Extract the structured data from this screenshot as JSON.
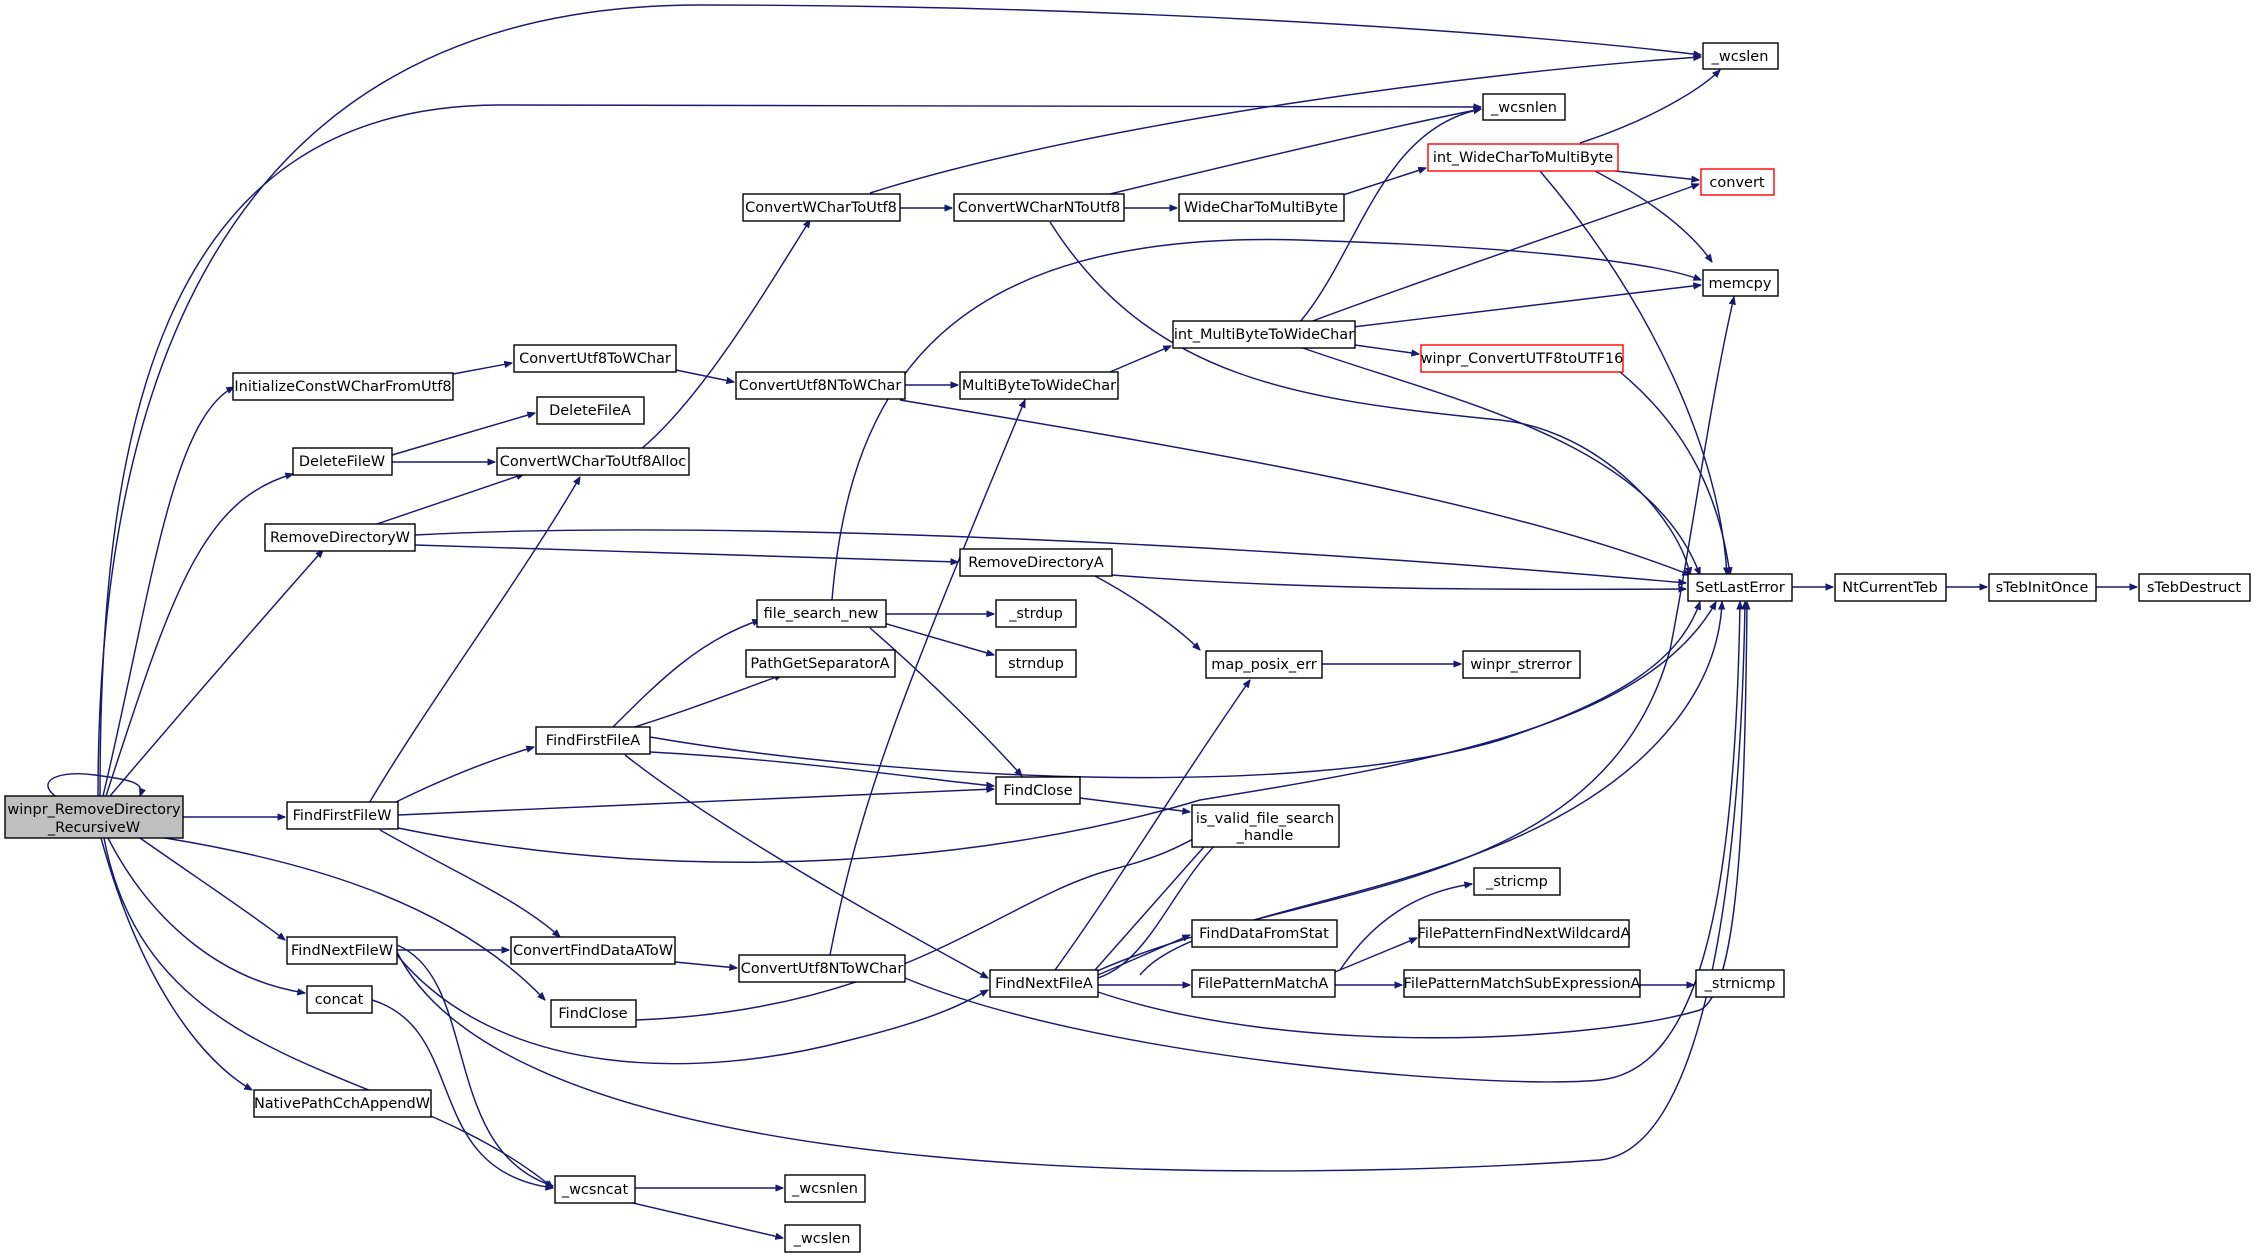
{
  "colors": {
    "edge": "#191970",
    "box_border": "#000000",
    "truncated_border": "#ff0000",
    "root_fill": "#bfbfbf",
    "background": "#ffffff"
  },
  "nodes": {
    "root": {
      "lines": [
        "winpr_RemoveDirectory",
        "_RecursiveW"
      ]
    },
    "wcslen_top": {
      "lines": [
        "_wcslen"
      ]
    },
    "wcsnlen_top": {
      "lines": [
        "_wcsnlen"
      ]
    },
    "int_wctmb": {
      "lines": [
        "int_WideCharToMultiByte"
      ]
    },
    "convert": {
      "lines": [
        "convert"
      ]
    },
    "memcpy": {
      "lines": [
        "memcpy"
      ]
    },
    "cwctu8": {
      "lines": [
        "ConvertWCharToUtf8"
      ]
    },
    "cwcntu8": {
      "lines": [
        "ConvertWCharNToUtf8"
      ]
    },
    "wctmb": {
      "lines": [
        "WideCharToMultiByte"
      ]
    },
    "int_mbtwc": {
      "lines": [
        "int_MultiByteToWideChar"
      ]
    },
    "w_cu8tu16": {
      "lines": [
        "winpr_ConvertUTF8toUTF16"
      ]
    },
    "icwcfu8": {
      "lines": [
        "InitializeConstWCharFromUtf8"
      ]
    },
    "cu8twc": {
      "lines": [
        "ConvertUtf8ToWChar"
      ]
    },
    "cu8ntwc_top": {
      "lines": [
        "ConvertUtf8NToWChar"
      ]
    },
    "mbtwc": {
      "lines": [
        "MultiByteToWideChar"
      ]
    },
    "deletefilea": {
      "lines": [
        "DeleteFileA"
      ]
    },
    "deletefilew": {
      "lines": [
        "DeleteFileW"
      ]
    },
    "cwctu8alloc": {
      "lines": [
        "ConvertWCharToUtf8Alloc"
      ]
    },
    "rmdirw": {
      "lines": [
        "RemoveDirectoryW"
      ]
    },
    "rmdira": {
      "lines": [
        "RemoveDirectoryA"
      ]
    },
    "setlasterror": {
      "lines": [
        "SetLastError"
      ]
    },
    "ntcurrentteb": {
      "lines": [
        "NtCurrentTeb"
      ]
    },
    "stebinitonce": {
      "lines": [
        "sTebInitOnce"
      ]
    },
    "stebdestruct": {
      "lines": [
        "sTebDestruct"
      ]
    },
    "file_search_new": {
      "lines": [
        "file_search_new"
      ]
    },
    "strdup": {
      "lines": [
        "_strdup"
      ]
    },
    "strndup": {
      "lines": [
        "strndup"
      ]
    },
    "map_posix_err": {
      "lines": [
        "map_posix_err"
      ]
    },
    "winpr_strerror": {
      "lines": [
        "winpr_strerror"
      ]
    },
    "pathgetsep": {
      "lines": [
        "PathGetSeparatorA"
      ]
    },
    "findfirstfilea": {
      "lines": [
        "FindFirstFileA"
      ]
    },
    "findclose_mid": {
      "lines": [
        "FindClose"
      ]
    },
    "findfirstfilew": {
      "lines": [
        "FindFirstFileW"
      ]
    },
    "isvalid": {
      "lines": [
        "is_valid_file_search",
        "_handle"
      ]
    },
    "stricmp": {
      "lines": [
        "_stricmp"
      ]
    },
    "fdfromstat": {
      "lines": [
        "FindDataFromStat"
      ]
    },
    "fpfnw": {
      "lines": [
        "FilePatternFindNextWildcardA"
      ]
    },
    "findnextfilew": {
      "lines": [
        "FindNextFileW"
      ]
    },
    "cfdatow": {
      "lines": [
        "ConvertFindDataAToW"
      ]
    },
    "cu8ntwc_bot": {
      "lines": [
        "ConvertUtf8NToWChar"
      ]
    },
    "findnextfilea": {
      "lines": [
        "FindNextFileA"
      ]
    },
    "fpma": {
      "lines": [
        "FilePatternMatchA"
      ]
    },
    "fpmse": {
      "lines": [
        "FilePatternMatchSubExpressionA"
      ]
    },
    "strnicmp": {
      "lines": [
        "_strnicmp"
      ]
    },
    "concat": {
      "lines": [
        "concat"
      ]
    },
    "findclose_bot": {
      "lines": [
        "FindClose"
      ]
    },
    "nativepath": {
      "lines": [
        "NativePathCchAppendW"
      ]
    },
    "wcsncat": {
      "lines": [
        "_wcsncat"
      ]
    },
    "wcsnlen_bot": {
      "lines": [
        "_wcsnlen"
      ]
    },
    "wcslen_bot": {
      "lines": [
        "_wcslen"
      ]
    }
  }
}
